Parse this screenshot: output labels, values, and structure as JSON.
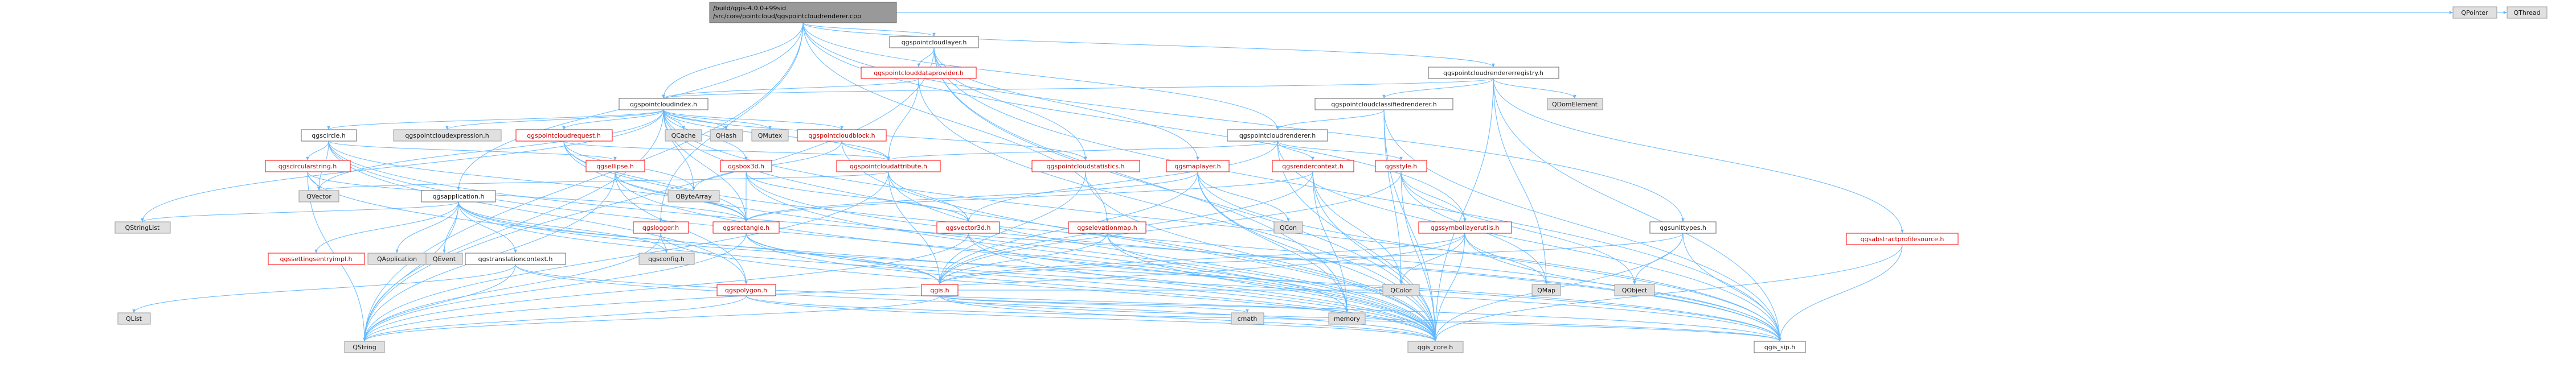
{
  "graph": {
    "colors": {
      "root_fill": "#999999",
      "project_border": "#ff0000",
      "project_text": "#cc0000",
      "external_border": "#999999",
      "external_fill": "#e0e0e0",
      "node_fill": "#ffffff",
      "edge": "#63b8ff",
      "text": "#1a1a1a"
    },
    "nodes": [
      {
        "id": "root",
        "lines": [
          "/build/qgis-4.0.0+99sid",
          "/src/core/pointcloud/qgspointcloudrenderer.cpp"
        ],
        "kind": "root"
      },
      {
        "id": "qgspointcloudlayer_h",
        "lines": [
          "qgspointcloudlayer.h"
        ],
        "kind": "doc"
      },
      {
        "id": "qpointer",
        "lines": [
          "QPointer"
        ],
        "kind": "external"
      },
      {
        "id": "qthread",
        "lines": [
          "QThread"
        ],
        "kind": "external"
      },
      {
        "id": "qgspointclouddataprovider_h",
        "lines": [
          "qgspointclouddataprovider.h"
        ],
        "kind": "project"
      },
      {
        "id": "qgspointcloudrendererregistry_h",
        "lines": [
          "qgspointcloudrendererregistry.h"
        ],
        "kind": "doc"
      },
      {
        "id": "qgspointcloudindex_h",
        "lines": [
          "qgspointcloudindex.h"
        ],
        "kind": "doc"
      },
      {
        "id": "qgspointcloudclassifiedrenderer_h",
        "lines": [
          "qgspointcloudclassifiedrenderer.h"
        ],
        "kind": "doc"
      },
      {
        "id": "qdomelement",
        "lines": [
          "QDomElement"
        ],
        "kind": "external"
      },
      {
        "id": "qgspointcloudrenderer_h",
        "lines": [
          "qgspointcloudrenderer.h"
        ],
        "kind": "doc"
      },
      {
        "id": "qgscircle_h",
        "lines": [
          "qgscircle.h"
        ],
        "kind": "doc"
      },
      {
        "id": "qgspointcloudexpression_h",
        "lines": [
          "qgspointcloudexpression.h"
        ],
        "kind": "external"
      },
      {
        "id": "qgspointcloudrequest_h",
        "lines": [
          "qgspointcloudrequest.h"
        ],
        "kind": "project"
      },
      {
        "id": "qcache",
        "lines": [
          "QCache"
        ],
        "kind": "external"
      },
      {
        "id": "qhash",
        "lines": [
          "QHash"
        ],
        "kind": "external"
      },
      {
        "id": "qmutex",
        "lines": [
          "QMutex"
        ],
        "kind": "external"
      },
      {
        "id": "qgspointcloudblock_h",
        "lines": [
          "qgspointcloudblock.h"
        ],
        "kind": "project"
      },
      {
        "id": "qgsbox3d_h",
        "lines": [
          "qgsbox3d.h"
        ],
        "kind": "project"
      },
      {
        "id": "qgspointcloudattribute_h",
        "lines": [
          "qgspointcloudattribute.h"
        ],
        "kind": "project"
      },
      {
        "id": "qgspointcloudstatistics_h",
        "lines": [
          "qgspointcloudstatistics.h"
        ],
        "kind": "project"
      },
      {
        "id": "qgsmaplayer_h",
        "lines": [
          "qgsmaplayer.h"
        ],
        "kind": "project"
      },
      {
        "id": "qgsrendercontext_h",
        "lines": [
          "qgsrendercontext.h"
        ],
        "kind": "project"
      },
      {
        "id": "qgsstyle_h",
        "lines": [
          "qgsstyle.h"
        ],
        "kind": "project"
      },
      {
        "id": "qgscircularstring_h",
        "lines": [
          "qgscircularstring.h"
        ],
        "kind": "project"
      },
      {
        "id": "qgsellipse_h",
        "lines": [
          "qgsellipse.h"
        ],
        "kind": "project"
      },
      {
        "id": "qbytearray",
        "lines": [
          "QByteArray"
        ],
        "kind": "external"
      },
      {
        "id": "qvector",
        "lines": [
          "QVector"
        ],
        "kind": "external"
      },
      {
        "id": "qgsapplication_h",
        "lines": [
          "qgsapplication.h"
        ],
        "kind": "doc"
      },
      {
        "id": "qgslogger_h",
        "lines": [
          "qgslogger.h"
        ],
        "kind": "project"
      },
      {
        "id": "qgsrectangle_h",
        "lines": [
          "qgsrectangle.h"
        ],
        "kind": "project"
      },
      {
        "id": "qgsvector3d_h",
        "lines": [
          "qgsvector3d.h"
        ],
        "kind": "project"
      },
      {
        "id": "qgselevationmap_h",
        "lines": [
          "qgselevationmap.h"
        ],
        "kind": "project"
      },
      {
        "id": "qcon",
        "lines": [
          "QCon"
        ],
        "kind": "external"
      },
      {
        "id": "qgssymbollayerutils_h",
        "lines": [
          "qgssymbollayerutils.h"
        ],
        "kind": "project"
      },
      {
        "id": "qgsunittypes_h",
        "lines": [
          "qgsunittypes.h"
        ],
        "kind": "doc"
      },
      {
        "id": "qgsabstractprofilesource_h",
        "lines": [
          "qgsabstractprofilesource.h"
        ],
        "kind": "project"
      },
      {
        "id": "qstringlist",
        "lines": [
          "QStringList"
        ],
        "kind": "external"
      },
      {
        "id": "qgssettingsentryimpl_h",
        "lines": [
          "qgssettingsentryimpl.h"
        ],
        "kind": "project"
      },
      {
        "id": "qapplication",
        "lines": [
          "QApplication"
        ],
        "kind": "external"
      },
      {
        "id": "qevent",
        "lines": [
          "QEvent"
        ],
        "kind": "external"
      },
      {
        "id": "qgstranslationcontext_h",
        "lines": [
          "qgstranslationcontext.h"
        ],
        "kind": "doc"
      },
      {
        "id": "qgsconfig_h",
        "lines": [
          "qgsconfig.h"
        ],
        "kind": "external"
      },
      {
        "id": "qgspolygon_h",
        "lines": [
          "qgspolygon.h"
        ],
        "kind": "project"
      },
      {
        "id": "qgis_h",
        "lines": [
          "qgis.h"
        ],
        "kind": "project"
      },
      {
        "id": "qcolor",
        "lines": [
          "QColor"
        ],
        "kind": "external"
      },
      {
        "id": "qmap",
        "lines": [
          "QMap"
        ],
        "kind": "external"
      },
      {
        "id": "qobject",
        "lines": [
          "QObject"
        ],
        "kind": "external"
      },
      {
        "id": "qlist",
        "lines": [
          "QList"
        ],
        "kind": "external"
      },
      {
        "id": "qstring",
        "lines": [
          "QString"
        ],
        "kind": "external"
      },
      {
        "id": "cmath",
        "lines": [
          "cmath"
        ],
        "kind": "external"
      },
      {
        "id": "memory",
        "lines": [
          "memory"
        ],
        "kind": "external"
      },
      {
        "id": "qgis_core_h",
        "lines": [
          "qgis_core.h"
        ],
        "kind": "external"
      },
      {
        "id": "qgis_sip_h",
        "lines": [
          "qgis_sip.h"
        ],
        "kind": "doc"
      }
    ],
    "edges": [
      [
        "root",
        "qgspointcloudlayer_h"
      ],
      [
        "root",
        "qpointer"
      ],
      [
        "root",
        "qthread"
      ],
      [
        "root",
        "qgspointcloudrendererregistry_h"
      ],
      [
        "root",
        "qgspointcloudindex_h"
      ],
      [
        "root",
        "qgspointcloudrenderer_h"
      ],
      [
        "root",
        "qgselevationmap_h"
      ],
      [
        "root",
        "qgssymbollayerutils_h"
      ],
      [
        "root",
        "qgsunittypes_h"
      ],
      [
        "root",
        "qgsapplication_h"
      ],
      [
        "root",
        "qgslogger_h"
      ],
      [
        "root",
        "qstring"
      ],
      [
        "qgspointcloudlayer_h",
        "qgspointclouddataprovider_h"
      ],
      [
        "qgspointcloudlayer_h",
        "qgsmaplayer_h"
      ],
      [
        "qgspointcloudlayer_h",
        "qgspointcloudstatistics_h"
      ],
      [
        "qgspointcloudlayer_h",
        "qgis_core_h"
      ],
      [
        "qgspointcloudlayer_h",
        "qgis_sip_h"
      ],
      [
        "qgspointcloudlayer_h",
        "memory"
      ],
      [
        "qgspointcloudlayer_h",
        "qstring"
      ],
      [
        "qgspointclouddataprovider_h",
        "qgspointcloudindex_h"
      ],
      [
        "qgspointclouddataprovider_h",
        "qgspointcloudattribute_h"
      ],
      [
        "qgspointclouddataprovider_h",
        "qgis_core_h"
      ],
      [
        "qgspointcloudrendererregistry_h",
        "qgspointcloudclassifiedrenderer_h"
      ],
      [
        "qgspointcloudrendererregistry_h",
        "qdomelement"
      ],
      [
        "qgspointcloudrendererregistry_h",
        "qgsabstractprofilesource_h"
      ],
      [
        "qgspointcloudrendererregistry_h",
        "qgis_sip_h"
      ],
      [
        "qgspointcloudrendererregistry_h",
        "qgis_core_h"
      ],
      [
        "qgspointcloudrendererregistry_h",
        "qmap"
      ],
      [
        "qgspointcloudrendererregistry_h",
        "qgspointcloudindex_h"
      ],
      [
        "qgspointcloudclassifiedrenderer_h",
        "qgspointcloudrenderer_h"
      ],
      [
        "qgspointcloudclassifiedrenderer_h",
        "qgis_core_h"
      ],
      [
        "qgspointcloudclassifiedrenderer_h",
        "qgis_sip_h"
      ],
      [
        "qgspointcloudclassifiedrenderer_h",
        "qcolor"
      ],
      [
        "qgspointcloudindex_h",
        "qgscircle_h"
      ],
      [
        "qgspointcloudindex_h",
        "qgspointcloudexpression_h"
      ],
      [
        "qgspointcloudindex_h",
        "qgspointcloudrequest_h"
      ],
      [
        "qgspointcloudindex_h",
        "qcache"
      ],
      [
        "qgspointcloudindex_h",
        "qhash"
      ],
      [
        "qgspointcloudindex_h",
        "qmutex"
      ],
      [
        "qgspointcloudindex_h",
        "qgspointcloudblock_h"
      ],
      [
        "qgspointcloudindex_h",
        "qgsbox3d_h"
      ],
      [
        "qgspointcloudindex_h",
        "qgspointcloudattribute_h"
      ],
      [
        "qgspointcloudindex_h",
        "qgspointcloudstatistics_h"
      ],
      [
        "qgspointcloudindex_h",
        "qbytearray"
      ],
      [
        "qgspointcloudindex_h",
        "qstringlist"
      ],
      [
        "qgspointcloudindex_h",
        "qvector"
      ],
      [
        "qgspointcloudindex_h",
        "qstring"
      ],
      [
        "qgspointcloudindex_h",
        "qgis_core_h"
      ],
      [
        "qgspointcloudindex_h",
        "qgsrectangle_h"
      ],
      [
        "qgspointcloudindex_h",
        "qgis_sip_h"
      ],
      [
        "qgspointcloudrenderer_h",
        "qgspointcloudattribute_h"
      ],
      [
        "qgspointcloudrenderer_h",
        "qgsrendercontext_h"
      ],
      [
        "qgspointcloudrenderer_h",
        "qgsstyle_h"
      ],
      [
        "qgspointcloudrenderer_h",
        "qgis_core_h"
      ],
      [
        "qgspointcloudrenderer_h",
        "qgis_sip_h"
      ],
      [
        "qgspointcloudrenderer_h",
        "qgsvector3d_h"
      ],
      [
        "qgscircle_h",
        "qgscircularstring_h"
      ],
      [
        "qgscircle_h",
        "qgsellipse_h"
      ],
      [
        "qgscircle_h",
        "qvector"
      ],
      [
        "qgscircle_h",
        "qgis_core_h"
      ],
      [
        "qgscircle_h",
        "qgis_sip_h"
      ],
      [
        "qgscircle_h",
        "qgspolygon_h"
      ],
      [
        "qgscircle_h",
        "qgsrectangle_h"
      ],
      [
        "qgspointcloudrequest_h",
        "qgspointcloudattribute_h"
      ],
      [
        "qgspointcloudrequest_h",
        "qgsrectangle_h"
      ],
      [
        "qgspointcloudrequest_h",
        "qgis_core_h"
      ],
      [
        "qgspointcloudrequest_h",
        "qgis_sip_h"
      ],
      [
        "qgspointcloudrequest_h",
        "qbytearray"
      ],
      [
        "qgspointcloudblock_h",
        "qgspointcloudattribute_h"
      ],
      [
        "qgspointcloudblock_h",
        "qbytearray"
      ],
      [
        "qgspointcloudblock_h",
        "qgis_core_h"
      ],
      [
        "qgsbox3d_h",
        "qgsrectangle_h"
      ],
      [
        "qgsbox3d_h",
        "qgsvector3d_h"
      ],
      [
        "qgsbox3d_h",
        "qgis_core_h"
      ],
      [
        "qgsbox3d_h",
        "qgis_sip_h"
      ],
      [
        "qgspointcloudattribute_h",
        "qgsvector3d_h"
      ],
      [
        "qgspointcloudattribute_h",
        "qgis_h"
      ],
      [
        "qgspointcloudattribute_h",
        "qgis_core_h"
      ],
      [
        "qgspointcloudattribute_h",
        "qvector"
      ],
      [
        "qgspointcloudattribute_h",
        "qstring"
      ],
      [
        "qgspointcloudstatistics_h",
        "qgis_core_h"
      ],
      [
        "qgspointcloudstatistics_h",
        "qgis_h"
      ],
      [
        "qgsmaplayer_h",
        "qgsrectangle_h"
      ],
      [
        "qgsmaplayer_h",
        "qgis_h"
      ],
      [
        "qgsmaplayer_h",
        "qcon"
      ],
      [
        "qgsmaplayer_h",
        "qgis_core_h"
      ],
      [
        "qgsmaplayer_h",
        "qgis_sip_h"
      ],
      [
        "qgsmaplayer_h",
        "memory"
      ],
      [
        "qgsrendercontext_h",
        "qgis_h"
      ],
      [
        "qgsrendercontext_h",
        "qcolor"
      ],
      [
        "qgsrendercontext_h",
        "memory"
      ],
      [
        "qgsrendercontext_h",
        "qgis_core_h"
      ],
      [
        "qgsrendercontext_h",
        "qgsrectangle_h"
      ],
      [
        "qgsstyle_h",
        "qgssymbollayerutils_h"
      ],
      [
        "qgsstyle_h",
        "qmap"
      ],
      [
        "qgsstyle_h",
        "qobject"
      ],
      [
        "qgsstyle_h",
        "qgis_core_h"
      ],
      [
        "qgsstyle_h",
        "qgis_h"
      ],
      [
        "qgscircularstring_h",
        "qvector"
      ],
      [
        "qgscircularstring_h",
        "qstring"
      ],
      [
        "qgscircularstring_h",
        "qgsrectangle_h"
      ],
      [
        "qgscircularstring_h",
        "qgis_core_h"
      ],
      [
        "qgsellipse_h",
        "qgsrectangle_h"
      ],
      [
        "qgsellipse_h",
        "qgspolygon_h"
      ],
      [
        "qgsellipse_h",
        "qgis_core_h"
      ],
      [
        "qgsellipse_h",
        "qstring"
      ],
      [
        "qgsapplication_h",
        "qgssettingsentryimpl_h"
      ],
      [
        "qgsapplication_h",
        "qapplication"
      ],
      [
        "qgsapplication_h",
        "qevent"
      ],
      [
        "qgsapplication_h",
        "qgstranslationcontext_h"
      ],
      [
        "qgsapplication_h",
        "qgsconfig_h"
      ],
      [
        "qgsapplication_h",
        "qgis_h"
      ],
      [
        "qgsapplication_h",
        "qstringlist"
      ],
      [
        "qgsapplication_h",
        "qgis_core_h"
      ],
      [
        "qgsapplication_h",
        "qgis_sip_h"
      ],
      [
        "qgsapplication_h",
        "qstring"
      ],
      [
        "qgslogger_h",
        "qgis_core_h"
      ],
      [
        "qgslogger_h",
        "qgsconfig_h"
      ],
      [
        "qgslogger_h",
        "qstring"
      ],
      [
        "qgsrectangle_h",
        "qgis_h"
      ],
      [
        "qgsrectangle_h",
        "qgis_core_h"
      ],
      [
        "qgsrectangle_h",
        "qgis_sip_h"
      ],
      [
        "qgsrectangle_h",
        "qstring"
      ],
      [
        "qgsvector3d_h",
        "qgis_core_h"
      ],
      [
        "qgsvector3d_h",
        "qgis_sip_h"
      ],
      [
        "qgsvector3d_h",
        "qstring"
      ],
      [
        "qgselevationmap_h",
        "qgis_core_h"
      ],
      [
        "qgselevationmap_h",
        "qgis_h"
      ],
      [
        "qgselevationmap_h",
        "memory"
      ],
      [
        "qgssymbollayerutils_h",
        "qgis_h"
      ],
      [
        "qgssymbollayerutils_h",
        "qmap"
      ],
      [
        "qgssymbollayerutils_h",
        "qcolor"
      ],
      [
        "qgssymbollayerutils_h",
        "qgis_core_h"
      ],
      [
        "qgssymbollayerutils_h",
        "qgis_sip_h"
      ],
      [
        "qgssymbollayerutils_h",
        "qstring"
      ],
      [
        "qgsunittypes_h",
        "qobject"
      ],
      [
        "qgsunittypes_h",
        "qgis_core_h"
      ],
      [
        "qgsunittypes_h",
        "qgis_sip_h"
      ],
      [
        "qgsunittypes_h",
        "qgis_h"
      ],
      [
        "qgsabstractprofilesource_h",
        "qgis_core_h"
      ],
      [
        "qgsabstractprofilesource_h",
        "qgis_sip_h"
      ],
      [
        "qgstranslationcontext_h",
        "qgis_core_h"
      ],
      [
        "qgstranslationcontext_h",
        "qgis_sip_h"
      ],
      [
        "qgstranslationcontext_h",
        "qlist"
      ],
      [
        "qgstranslationcontext_h",
        "qstring"
      ],
      [
        "qgspolygon_h",
        "qgis_core_h"
      ],
      [
        "qgspolygon_h",
        "qgis_sip_h"
      ],
      [
        "qgspolygon_h",
        "qstring"
      ],
      [
        "qgis_h",
        "qgis_core_h"
      ],
      [
        "qgis_h",
        "qgis_sip_h"
      ],
      [
        "qgis_h",
        "cmath"
      ],
      [
        "qgis_h",
        "memory"
      ],
      [
        "qgis_h",
        "qstring"
      ],
      [
        "qgis_h",
        "qcolor"
      ]
    ]
  }
}
